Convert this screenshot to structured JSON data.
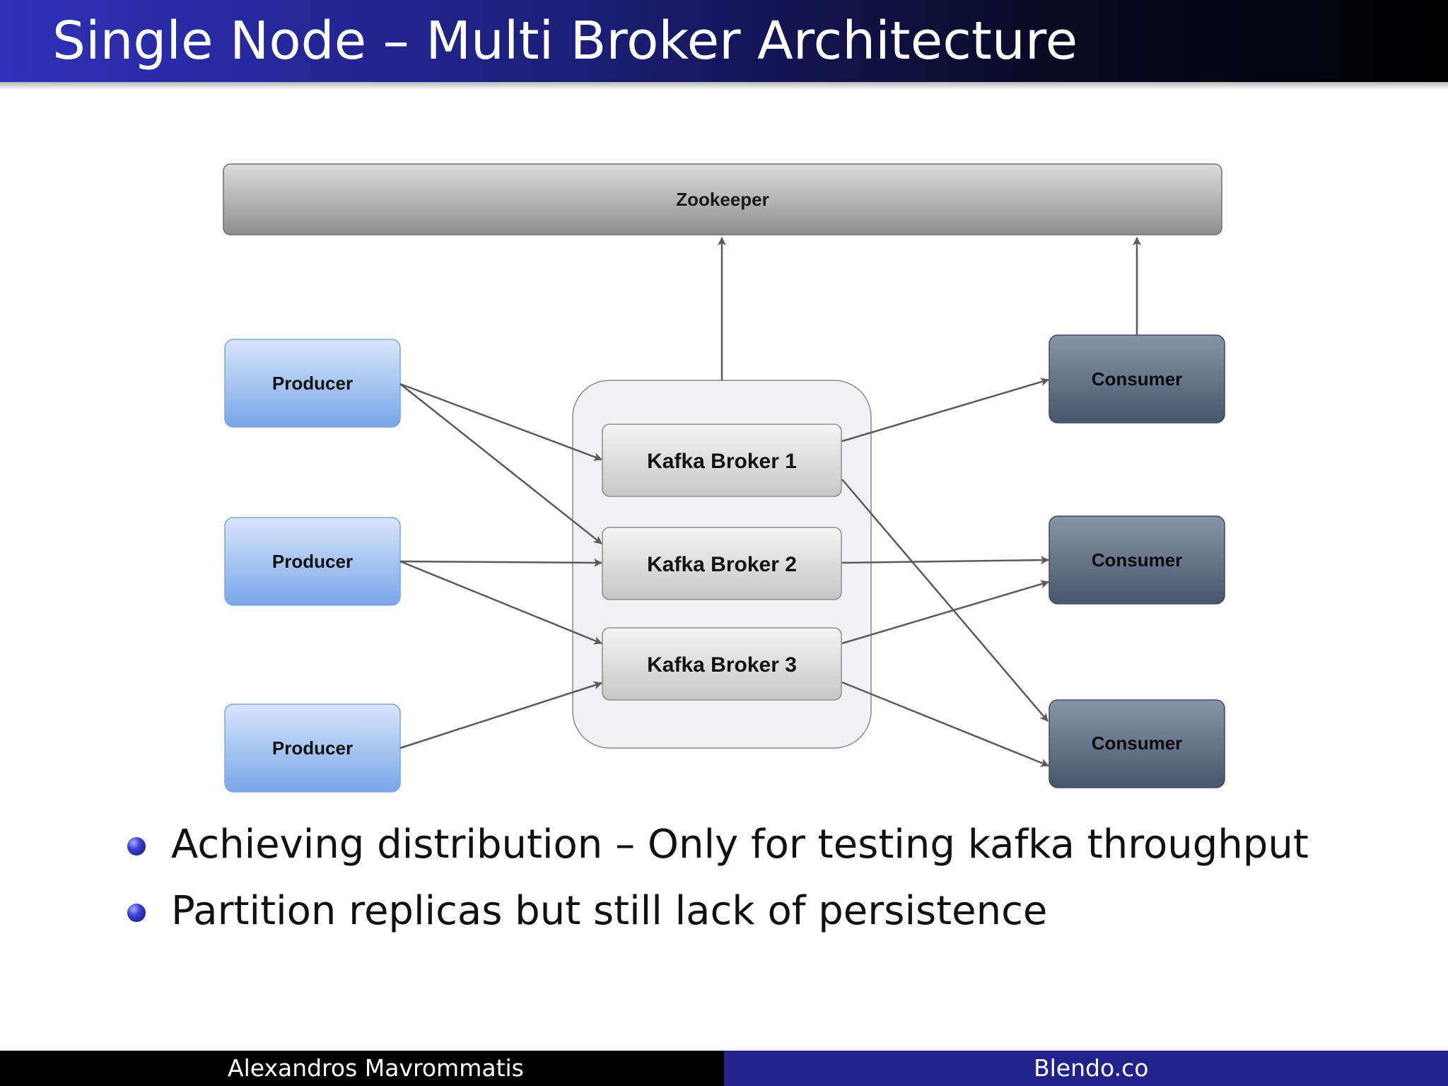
{
  "slide": {
    "title": "Single Node – Multi Broker Architecture"
  },
  "diagram": {
    "zookeeper": "Zookeeper",
    "producers": [
      "Producer",
      "Producer",
      "Producer"
    ],
    "brokers": [
      "Kafka Broker 1",
      "Kafka Broker 2",
      "Kafka Broker 3"
    ],
    "consumers": [
      "Consumer",
      "Consumer",
      "Consumer"
    ]
  },
  "bullets": [
    "Achieving distribution – Only for testing kafka throughput",
    "Partition replicas but still lack of persistence"
  ],
  "footer": {
    "author": "Alexandros Mavrommatis",
    "site": "Blendo.co"
  }
}
